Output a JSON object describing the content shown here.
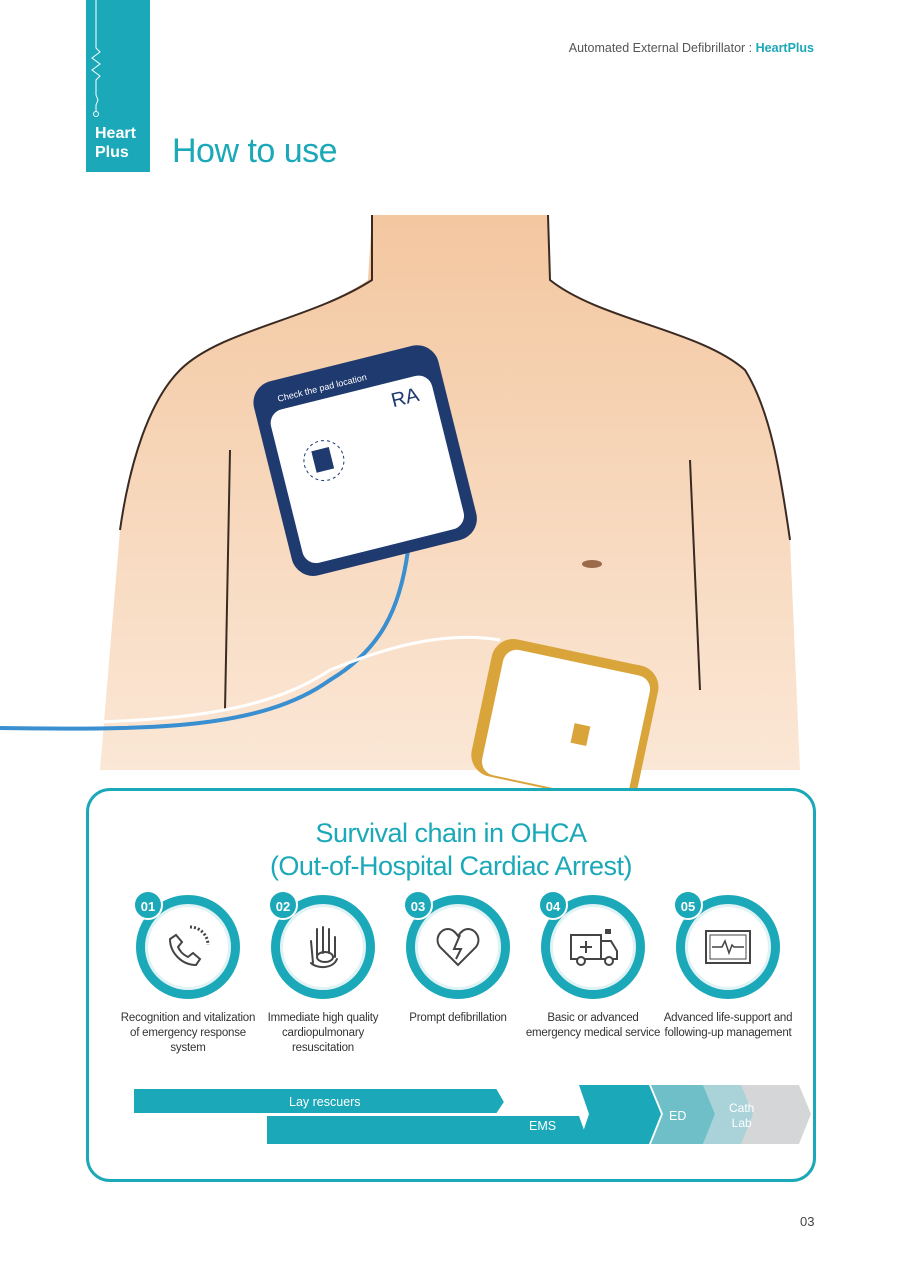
{
  "logo": {
    "line1": "Heart",
    "line2": "Plus"
  },
  "header": {
    "subtitle": "Automated External Defibrillator :",
    "brand": "HeartPlus"
  },
  "page_title": "How to use",
  "illustration": {
    "pad_ra_warning": "Check the pad location",
    "pad_ra_label": "RA"
  },
  "chain": {
    "title_line1": "Survival chain in OHCA",
    "title_line2": "(Out-of-Hospital Cardiac Arrest)",
    "steps": [
      {
        "num": "01",
        "icon": "phone-icon",
        "label": "Recognition and vitalization of emergency response system"
      },
      {
        "num": "02",
        "icon": "hands-cpr-icon",
        "label": "Immediate high quality cardiopulmonary resuscitation"
      },
      {
        "num": "03",
        "icon": "heart-bolt-icon",
        "label": "Prompt defibrillation"
      },
      {
        "num": "04",
        "icon": "ambulance-icon",
        "label": "Basic or advanced emergency medical service"
      },
      {
        "num": "05",
        "icon": "monitor-ecg-icon",
        "label": "Advanced life-support and following-up management"
      }
    ],
    "bars": {
      "lay": "Lay rescuers",
      "ems": "EMS",
      "ed": "ED",
      "cath1": "Cath",
      "cath2": "Lab"
    },
    "colors": {
      "teal": "#1ba8b8",
      "teal2": "#6fbfc8",
      "teal3": "#a9d3d9",
      "grey": "#d4d6d7"
    }
  },
  "page_number": "03"
}
